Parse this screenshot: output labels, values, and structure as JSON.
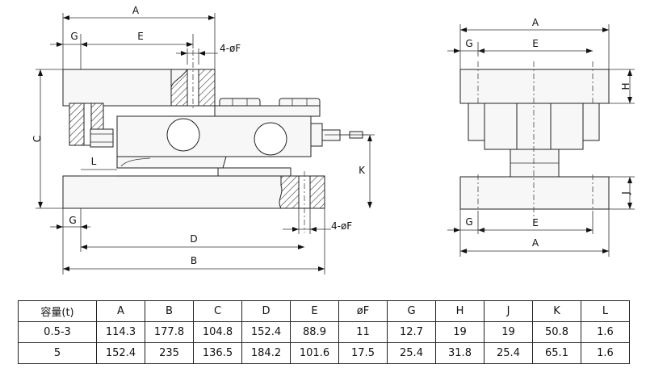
{
  "drawing": {
    "front_view": {
      "dimension_labels": {
        "A": "A",
        "G_top": "G",
        "E": "E",
        "F_top": "4-øF",
        "C": "C",
        "L": "L",
        "K": "K",
        "G_bottom": "G",
        "D": "D",
        "F_bottom": "4-øF",
        "B": "B"
      }
    },
    "side_view": {
      "dimension_labels": {
        "A_top": "A",
        "G_top": "G",
        "E_top": "E",
        "H": "H",
        "J": "J",
        "G_bottom": "G",
        "E_bottom": "E",
        "A_bottom": "A"
      }
    }
  },
  "spec_table": {
    "header": [
      "容量(t)",
      "A",
      "B",
      "C",
      "D",
      "E",
      "øF",
      "G",
      "H",
      "J",
      "K",
      "L"
    ],
    "rows": [
      [
        "0.5-3",
        "114.3",
        "177.8",
        "104.8",
        "152.4",
        "88.9",
        "11",
        "12.7",
        "19",
        "19",
        "50.8",
        "1.6"
      ],
      [
        "5",
        "152.4",
        "235",
        "136.5",
        "184.2",
        "101.6",
        "17.5",
        "25.4",
        "31.8",
        "25.4",
        "65.1",
        "1.6"
      ]
    ]
  }
}
